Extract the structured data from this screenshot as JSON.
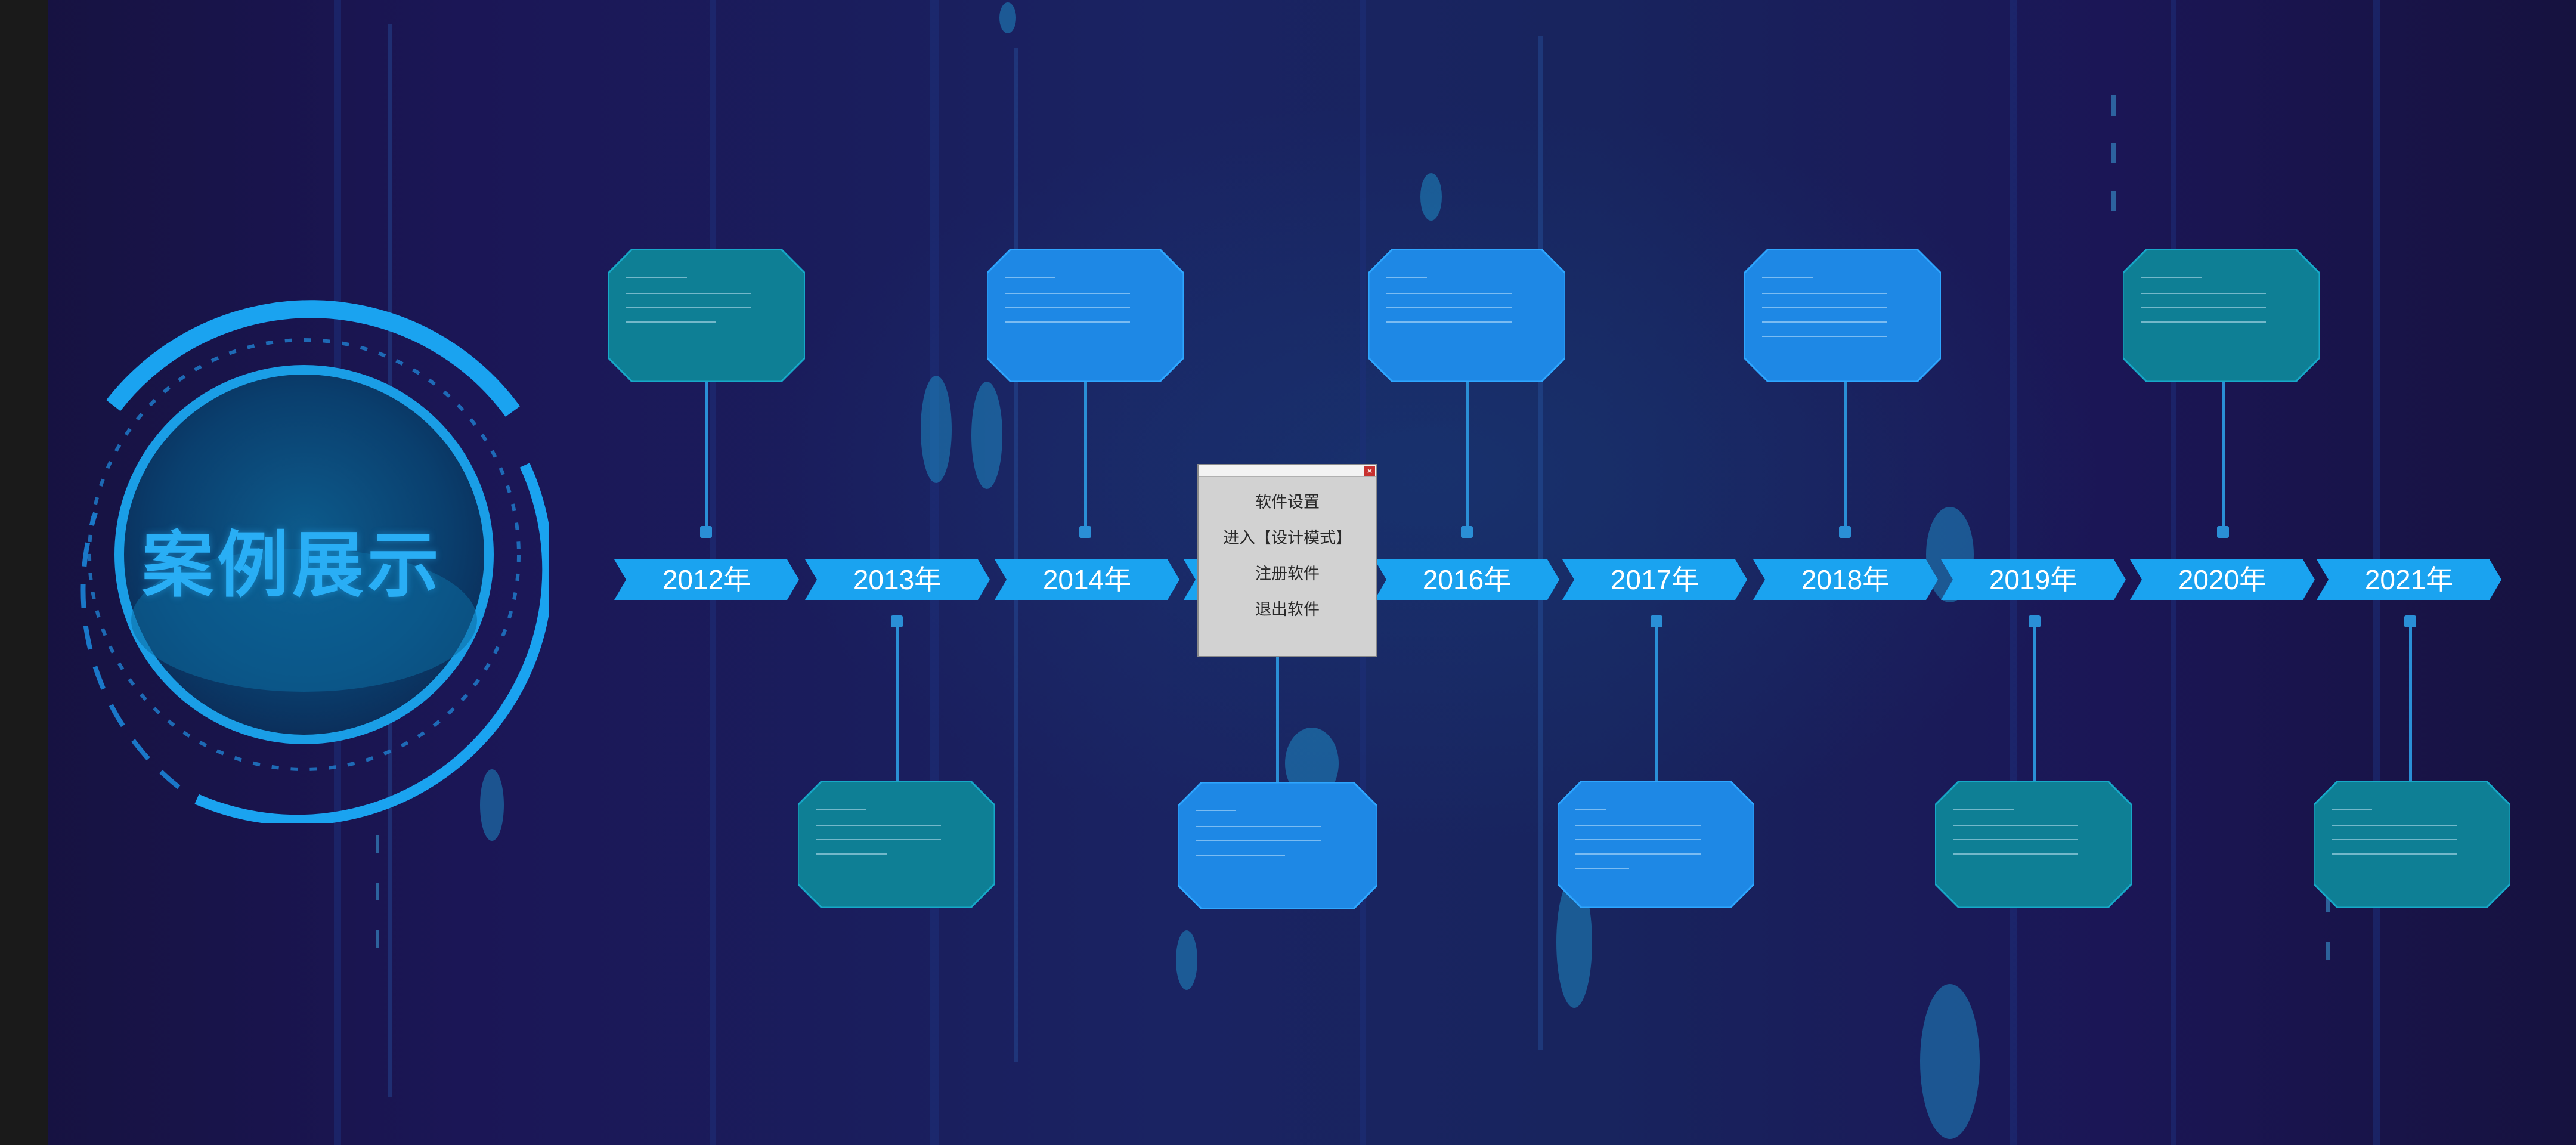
{
  "page": {
    "title": "案例展示",
    "colors": {
      "background": "#1a1452",
      "accent": "#29aef5",
      "arrow": "#1aa3f0",
      "card_teal": "#0e7f95",
      "card_blue": "#1e88e5",
      "line": "#2a8fd6"
    }
  },
  "timeline": [
    {
      "year": "2012年"
    },
    {
      "year": "2013年"
    },
    {
      "year": "2014年"
    },
    {
      "year": ""
    },
    {
      "year": "2016年"
    },
    {
      "year": "2017年"
    },
    {
      "year": "2018年"
    },
    {
      "year": "2019年"
    },
    {
      "year": "2020年"
    },
    {
      "year": "2021年"
    }
  ],
  "cards": [
    {
      "heading": "——————",
      "lines": [
        "——————————————",
        "——————————————",
        "——————————"
      ]
    },
    {
      "heading": "—————",
      "lines": [
        "——————————————",
        "——————————————",
        "————————"
      ]
    },
    {
      "heading": "—————",
      "lines": [
        "——————————————",
        "——————————————",
        "——————————————"
      ]
    },
    {
      "heading": "————",
      "lines": [
        "——————————————",
        "——————————————",
        "——————————"
      ]
    },
    {
      "heading": "————",
      "lines": [
        "——————————————",
        "——————————————",
        "——————————————"
      ]
    },
    {
      "heading": "———",
      "lines": [
        "——————————————",
        "——————————————",
        "——————————————",
        "——————"
      ]
    },
    {
      "heading": "—————",
      "lines": [
        "——————————————",
        "——————————————",
        "——————————————",
        "——————————————"
      ]
    },
    {
      "heading": "——————",
      "lines": [
        "——————————————",
        "——————————————",
        "——————————————"
      ]
    },
    {
      "heading": "——————",
      "lines": [
        "——————————————",
        "——————————————",
        "——————————————"
      ]
    },
    {
      "heading": "————",
      "lines": [
        "——————————————",
        "——————————————",
        "——————————————"
      ]
    }
  ],
  "dialog": {
    "title": "",
    "close_icon": "close-icon",
    "items": [
      "软件设置",
      "进入【设计模式】",
      "注册软件",
      "退出软件"
    ]
  }
}
